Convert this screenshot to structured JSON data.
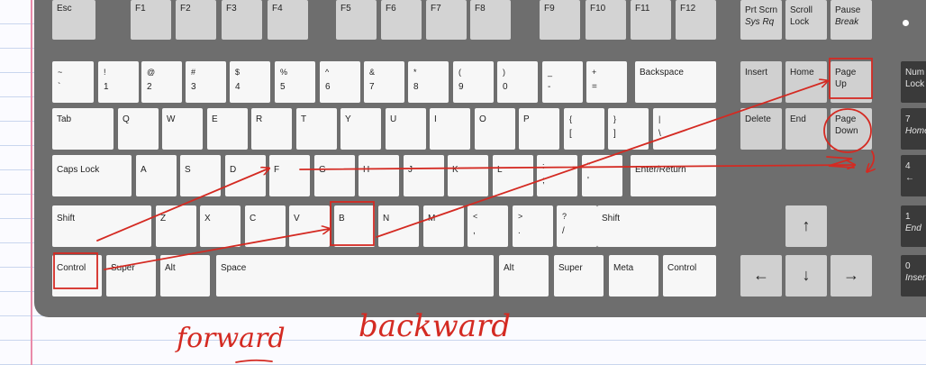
{
  "keys": {
    "esc": "Esc",
    "f1": "F1",
    "f2": "F2",
    "f3": "F3",
    "f4": "F4",
    "f5": "F5",
    "f6": "F6",
    "f7": "F7",
    "f8": "F8",
    "f9": "F9",
    "f10": "F10",
    "f11": "F11",
    "f12": "F12",
    "prtscn_top": "Prt Scrn",
    "prtscn_bottom": "Sys Rq",
    "scroll_top": "Scroll",
    "scroll_bottom": "Lock",
    "pause_top": "Pause",
    "pause_bottom": "Break",
    "backspace": "Backspace",
    "tab": "Tab",
    "capslock": "Caps Lock",
    "enter": "Enter/Return",
    "shift": "Shift",
    "control": "Control",
    "super": "Super",
    "alt": "Alt",
    "space": "Space",
    "meta": "Meta",
    "insert": "Insert",
    "home": "Home",
    "pageup_top": "Page",
    "pageup_bottom": "Up",
    "delete": "Delete",
    "end": "End",
    "pagedown_top": "Page",
    "pagedown_bottom": "Down",
    "arrow_up": "↑",
    "arrow_left": "←",
    "arrow_down": "↓",
    "arrow_right": "→"
  },
  "number_row": [
    {
      "top": "~",
      "bottom": "`"
    },
    {
      "top": "!",
      "bottom": "1"
    },
    {
      "top": "@",
      "bottom": "2"
    },
    {
      "top": "#",
      "bottom": "3"
    },
    {
      "top": "$",
      "bottom": "4"
    },
    {
      "top": "%",
      "bottom": "5"
    },
    {
      "top": "^",
      "bottom": "6"
    },
    {
      "top": "&",
      "bottom": "7"
    },
    {
      "top": "*",
      "bottom": "8"
    },
    {
      "top": "(",
      "bottom": "9"
    },
    {
      "top": ")",
      "bottom": "0"
    },
    {
      "top": "_",
      "bottom": "-"
    },
    {
      "top": "+",
      "bottom": "="
    }
  ],
  "qwerty_row": [
    "Q",
    "W",
    "E",
    "R",
    "T",
    "Y",
    "U",
    "I",
    "O",
    "P",
    {
      "top": "{",
      "bottom": "["
    },
    {
      "top": "}",
      "bottom": "]"
    },
    {
      "top": "|",
      "bottom": "\\"
    }
  ],
  "home_row": [
    "A",
    "S",
    "D",
    "F",
    "G",
    "H",
    "J",
    "K",
    "L",
    {
      "top": ":",
      "bottom": ";"
    },
    {
      "top": "\"",
      "bottom": "'"
    }
  ],
  "bottom_row": [
    "Z",
    "X",
    "C",
    "V",
    "B",
    "N",
    "M",
    {
      "top": "<",
      "bottom": ","
    },
    {
      "top": ">",
      "bottom": "."
    },
    {
      "top": "?",
      "bottom": "/"
    }
  ],
  "numpad": {
    "numlock_top": "Num",
    "numlock_bottom": "Lock",
    "home_top": "7",
    "home_bottom": "Home",
    "left_top": "4",
    "left_bottom": "←",
    "end_top": "1",
    "end_bottom": "End",
    "ins_top": "0",
    "ins_bottom": "Insert"
  },
  "annotations": {
    "forward": "forward",
    "backward": "backward",
    "color": "#d42a22"
  }
}
